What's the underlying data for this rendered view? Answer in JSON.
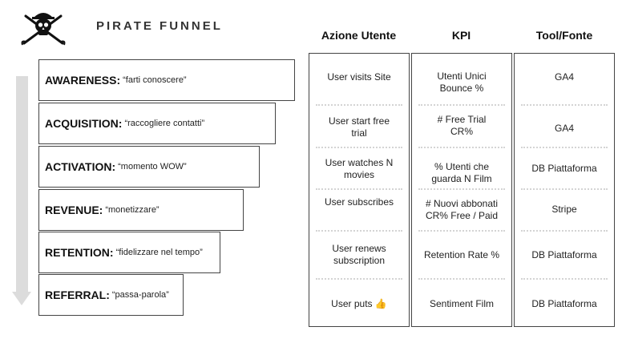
{
  "brand": "PIRATE FUNNEL",
  "logo_icon": "pirate-skull-crossed-swords",
  "stages": [
    {
      "name": "AWARENESS:",
      "desc": "“farti conoscere”"
    },
    {
      "name": "ACQUISITION:",
      "desc": "“raccogliere contatti”"
    },
    {
      "name": "ACTIVATION:",
      "desc": "“momento WOW”"
    },
    {
      "name": "REVENUE:",
      "desc": "“monetizzare”"
    },
    {
      "name": "RETENTION:",
      "desc": "“fidelizzare nel tempo”"
    },
    {
      "name": "REFERRAL:",
      "desc": "“passa-parola”"
    }
  ],
  "columns": {
    "azione": "Azione Utente",
    "kpi": "KPI",
    "tool": "Tool/Fonte"
  },
  "rows": [
    {
      "azione": [
        "User visits Site"
      ],
      "kpi": [
        "Utenti Unici",
        "Bounce %"
      ],
      "tool": "GA4"
    },
    {
      "azione": [
        "User start free",
        "trial"
      ],
      "kpi": [
        "# Free Trial",
        "CR%"
      ],
      "tool": "GA4"
    },
    {
      "azione": [
        "User watches N",
        "movies"
      ],
      "kpi": [
        "% Utenti che",
        "guarda N Film"
      ],
      "tool": "DB Piattaforma"
    },
    {
      "azione": [
        "User subscribes"
      ],
      "kpi": [
        "# Nuovi abbonati",
        "CR% Free / Paid"
      ],
      "tool": "Stripe"
    },
    {
      "azione": [
        "User renews",
        "subscription"
      ],
      "kpi": [
        "Retention Rate %"
      ],
      "tool": "DB Piattaforma"
    },
    {
      "azione": [
        "User puts"
      ],
      "kpi": [
        "Sentiment Film"
      ],
      "tool": "DB Piattaforma"
    }
  ],
  "thumbs_up_icon": "👍",
  "colors": {
    "border": "#444444",
    "arrow": "#dcdcdc",
    "dots": "#d4d4d4"
  }
}
